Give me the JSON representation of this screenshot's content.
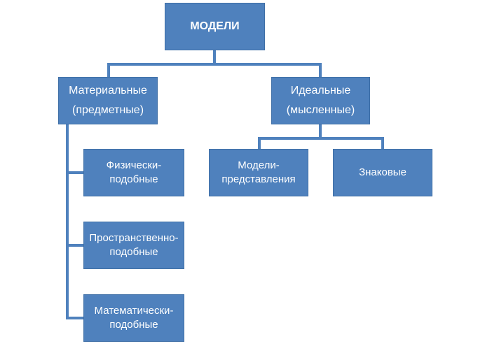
{
  "diagram": {
    "root": {
      "label": "МОДЕЛИ"
    },
    "material": {
      "line1": "Материальные",
      "line2": "(предметные)"
    },
    "ideal": {
      "line1": "Идеальные",
      "line2": "(мысленные)"
    },
    "physical": {
      "line1": "Физически-",
      "line2": "подобные"
    },
    "spatial": {
      "line1": "Пространственно-",
      "line2": "подобные"
    },
    "math": {
      "line1": "Математически-",
      "line2": "подобные"
    },
    "representation": {
      "line1": "Модели-",
      "line2": "представления"
    },
    "sign": {
      "label": "Знаковые"
    }
  },
  "colors": {
    "box_fill": "#4f81bd",
    "box_border": "#3f6fa6",
    "connector": "#4f81bd",
    "text": "#ffffff"
  }
}
